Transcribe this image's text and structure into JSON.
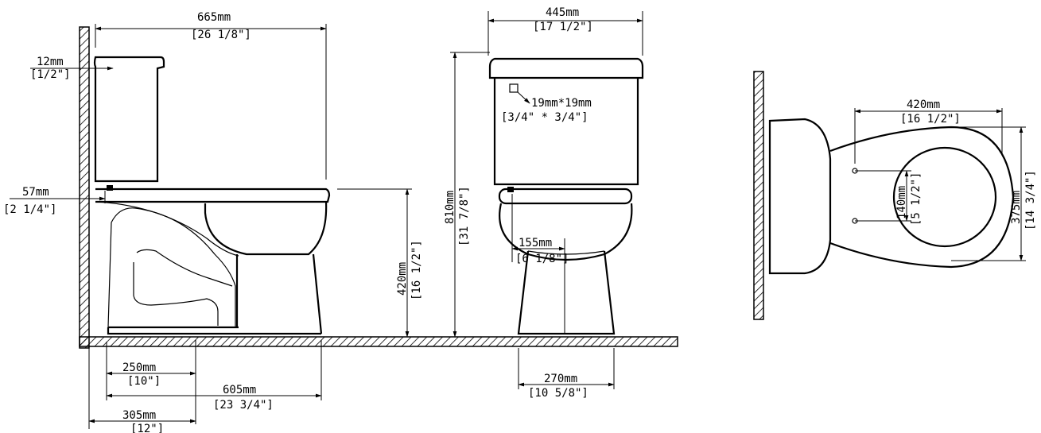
{
  "side_view": {
    "overall_width": {
      "metric": "665mm",
      "imperial": "[26 1/8\"]"
    },
    "tank_gap": {
      "metric": "12mm",
      "imperial": "[1/2\"]"
    },
    "flush_offset": {
      "metric": "57mm",
      "imperial": "[2 1/4\"]"
    },
    "seat_height": {
      "metric": "420mm",
      "imperial": "[16 1/2\"]"
    },
    "rough_in_inner": {
      "metric": "250mm",
      "imperial": "[10\"]"
    },
    "base_length": {
      "metric": "605mm",
      "imperial": "[23 3/4\"]"
    },
    "rough_in": {
      "metric": "305mm",
      "imperial": "[12\"]"
    }
  },
  "front_view": {
    "tank_width": {
      "metric": "445mm",
      "imperial": "[17 1/2\"]"
    },
    "hole_size": {
      "metric": "19mm*19mm",
      "imperial": "[3/4\" * 3/4\"]"
    },
    "total_height": {
      "metric": "810mm",
      "imperial": "[31 7/8\"]"
    },
    "water_inlet": {
      "metric": "155mm",
      "imperial": "[6 1/8\"]"
    },
    "base_width": {
      "metric": "270mm",
      "imperial": "[10 5/8\"]"
    }
  },
  "top_view": {
    "bowl_length": {
      "metric": "420mm",
      "imperial": "[16 1/2\"]"
    },
    "bolt_spacing": {
      "metric": "140mm",
      "imperial": "[5 1/2\"]"
    },
    "bowl_width": {
      "metric": "375mm",
      "imperial": "[14 3/4\"]"
    }
  }
}
